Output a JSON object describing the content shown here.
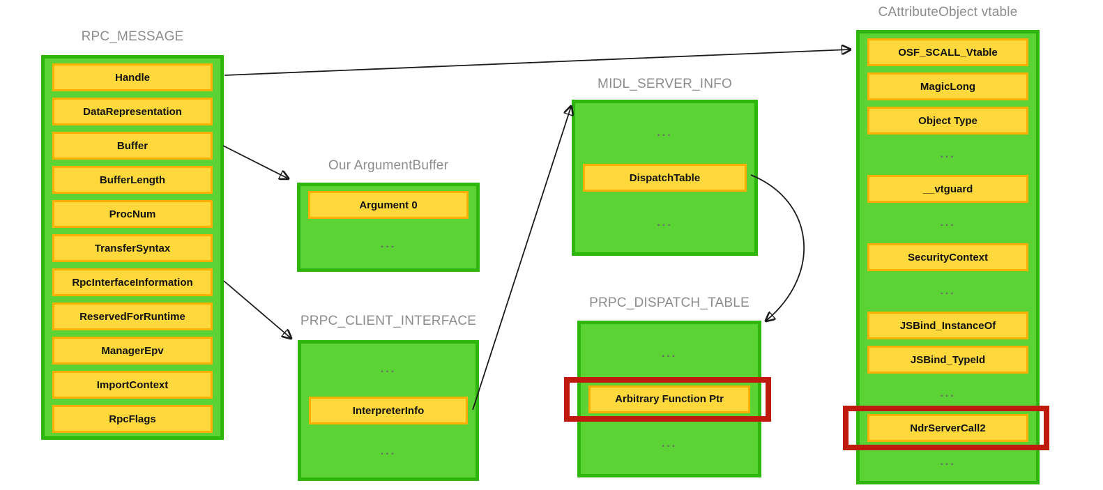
{
  "colors": {
    "green_border": "#2eb60d",
    "green_fill": "#5bd334",
    "cell_border": "#ffae02",
    "cell_fill": "#ffd93c",
    "highlight": "#bf1a0e",
    "title_gray": "#8c8c8c",
    "dots_gray": "#6a6a6a",
    "arrow": "#1b1b1b"
  },
  "boxes": {
    "rpc_message": {
      "title": "RPC_MESSAGE",
      "cells": [
        "Handle",
        "DataRepresentation",
        "Buffer",
        "BufferLength",
        "ProcNum",
        "TransferSyntax",
        "RpcInterfaceInformation",
        "ReservedForRuntime",
        "ManagerEpv",
        "ImportContext",
        "RpcFlags"
      ]
    },
    "argument_buffer": {
      "title": "Our ArgumentBuffer",
      "cells": [
        "Argument 0",
        "..."
      ]
    },
    "client_interface": {
      "title": "PRPC_CLIENT_INTERFACE",
      "cells": [
        "...",
        "InterpreterInfo",
        "..."
      ]
    },
    "midl_server_info": {
      "title": "MIDL_SERVER_INFO",
      "cells": [
        "...",
        "DispatchTable",
        "..."
      ]
    },
    "dispatch_table": {
      "title": "PRPC_DISPATCH_TABLE",
      "cells": [
        "...",
        "Arbitrary Function Ptr",
        "..."
      ]
    },
    "vtable": {
      "title": "CAttributeObject vtable",
      "cells": [
        "OSF_SCALL_Vtable",
        "MagicLong",
        "Object Type",
        "...",
        "__vtguard",
        "...",
        "SecurityContext",
        "...",
        "JSBind_InstanceOf",
        "JSBind_TypeId",
        "...",
        "NdrServerCall2",
        "..."
      ]
    }
  },
  "highlighted_cells": [
    "Arbitrary Function Ptr",
    "NdrServerCall2"
  ],
  "arrows": [
    {
      "from": "Handle",
      "to": "CAttributeObject vtable"
    },
    {
      "from": "Buffer",
      "to": "Our ArgumentBuffer"
    },
    {
      "from": "RpcInterfaceInformation",
      "to": "PRPC_CLIENT_INTERFACE"
    },
    {
      "from": "InterpreterInfo",
      "to": "MIDL_SERVER_INFO"
    },
    {
      "from": "DispatchTable",
      "to": "PRPC_DISPATCH_TABLE"
    }
  ]
}
